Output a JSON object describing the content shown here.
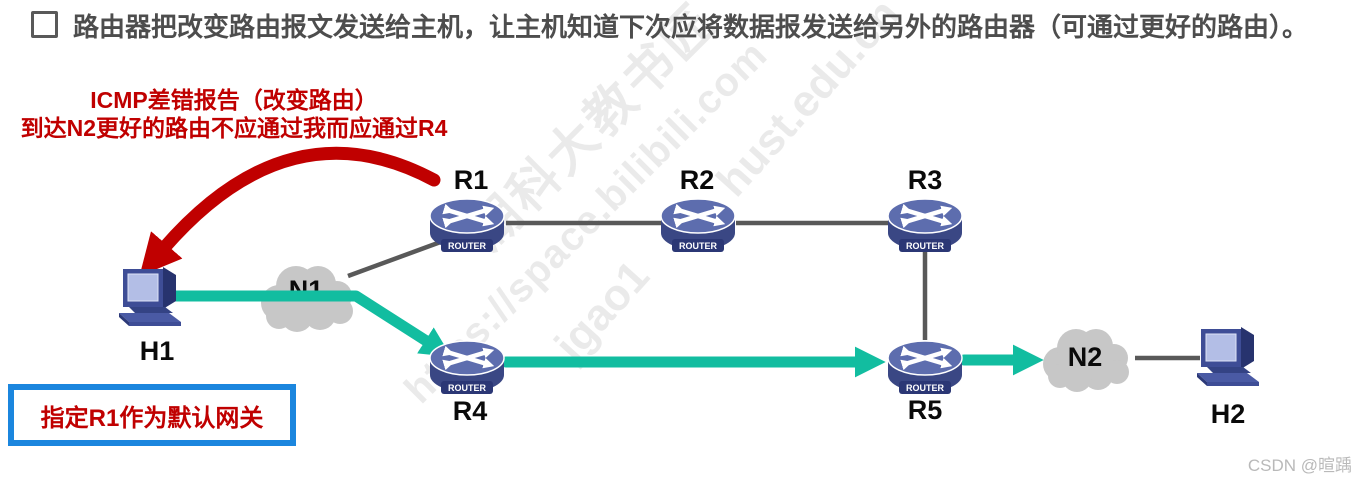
{
  "slide": {
    "bullet_text": "路由器把改变路由报文发送给主机，让主机知道下次应将数据报发送给另外的路由器（可通过更好的路由）。"
  },
  "annotation": {
    "line1": "ICMP差错报告（改变路由）",
    "line2": "到达N2更好的路由不应通过我而应通过R4"
  },
  "callout": {
    "text": "指定R1作为默认网关"
  },
  "nodes": {
    "router_caption": "ROUTER",
    "r1": {
      "label": "R1"
    },
    "r2": {
      "label": "R2"
    },
    "r3": {
      "label": "R3"
    },
    "r4": {
      "label": "R4"
    },
    "r5": {
      "label": "R5"
    },
    "h1": {
      "label": "H1"
    },
    "h2": {
      "label": "H2"
    },
    "n1": {
      "label": "N1"
    },
    "n2": {
      "label": "N2"
    }
  },
  "watermark": {
    "fragments": [
      "湖科大教书匠",
      "https://space.bilibili.com",
      "jgao1",
      "hust.edu.cn"
    ]
  },
  "credit": "CSDN @暄踽",
  "colors": {
    "highlight_red": "#c00000",
    "path_teal": "#12bda0",
    "link_gray": "#595959",
    "callout_border_blue": "#1b86de"
  }
}
